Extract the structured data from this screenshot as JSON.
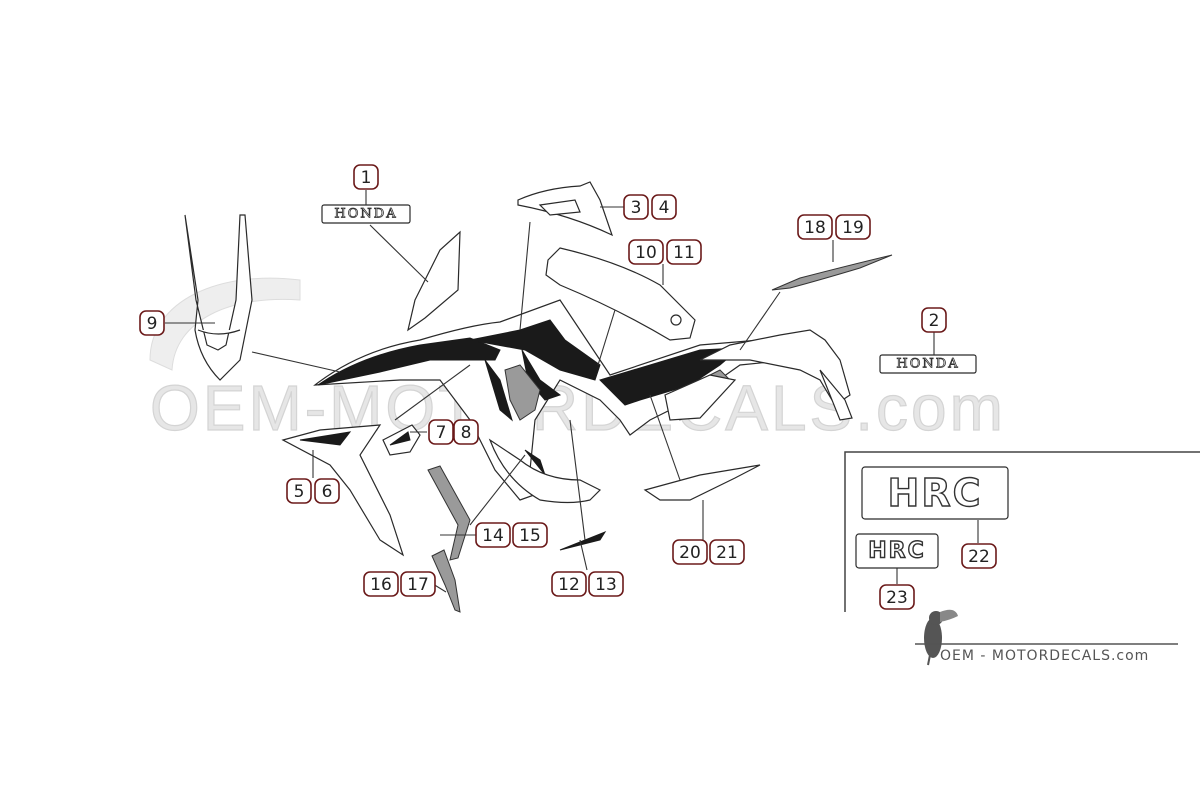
{
  "watermark": {
    "text": "OEM-MOTORDECALS.com"
  },
  "logos": {
    "honda_text": "HONDA",
    "hrc_text": "HRC"
  },
  "callouts": [
    {
      "id": "c1",
      "label": "1"
    },
    {
      "id": "c2",
      "label": "2"
    },
    {
      "id": "c3",
      "label": "3"
    },
    {
      "id": "c4",
      "label": "4"
    },
    {
      "id": "c5",
      "label": "5"
    },
    {
      "id": "c6",
      "label": "6"
    },
    {
      "id": "c7",
      "label": "7"
    },
    {
      "id": "c8",
      "label": "8"
    },
    {
      "id": "c9",
      "label": "9"
    },
    {
      "id": "c10",
      "label": "10"
    },
    {
      "id": "c11",
      "label": "11"
    },
    {
      "id": "c12",
      "label": "12"
    },
    {
      "id": "c13",
      "label": "13"
    },
    {
      "id": "c14",
      "label": "14"
    },
    {
      "id": "c15",
      "label": "15"
    },
    {
      "id": "c16",
      "label": "16"
    },
    {
      "id": "c17",
      "label": "17"
    },
    {
      "id": "c18",
      "label": "18"
    },
    {
      "id": "c19",
      "label": "19"
    },
    {
      "id": "c20",
      "label": "20"
    },
    {
      "id": "c21",
      "label": "21"
    },
    {
      "id": "c22",
      "label": "22"
    },
    {
      "id": "c23",
      "label": "23"
    }
  ],
  "brand": {
    "text": "OEM - MOTORDECALS.com"
  },
  "colors": {
    "callout_border": "#6b1a1a",
    "line": "#2a2a2a",
    "decal_black": "#1a1a1a"
  }
}
